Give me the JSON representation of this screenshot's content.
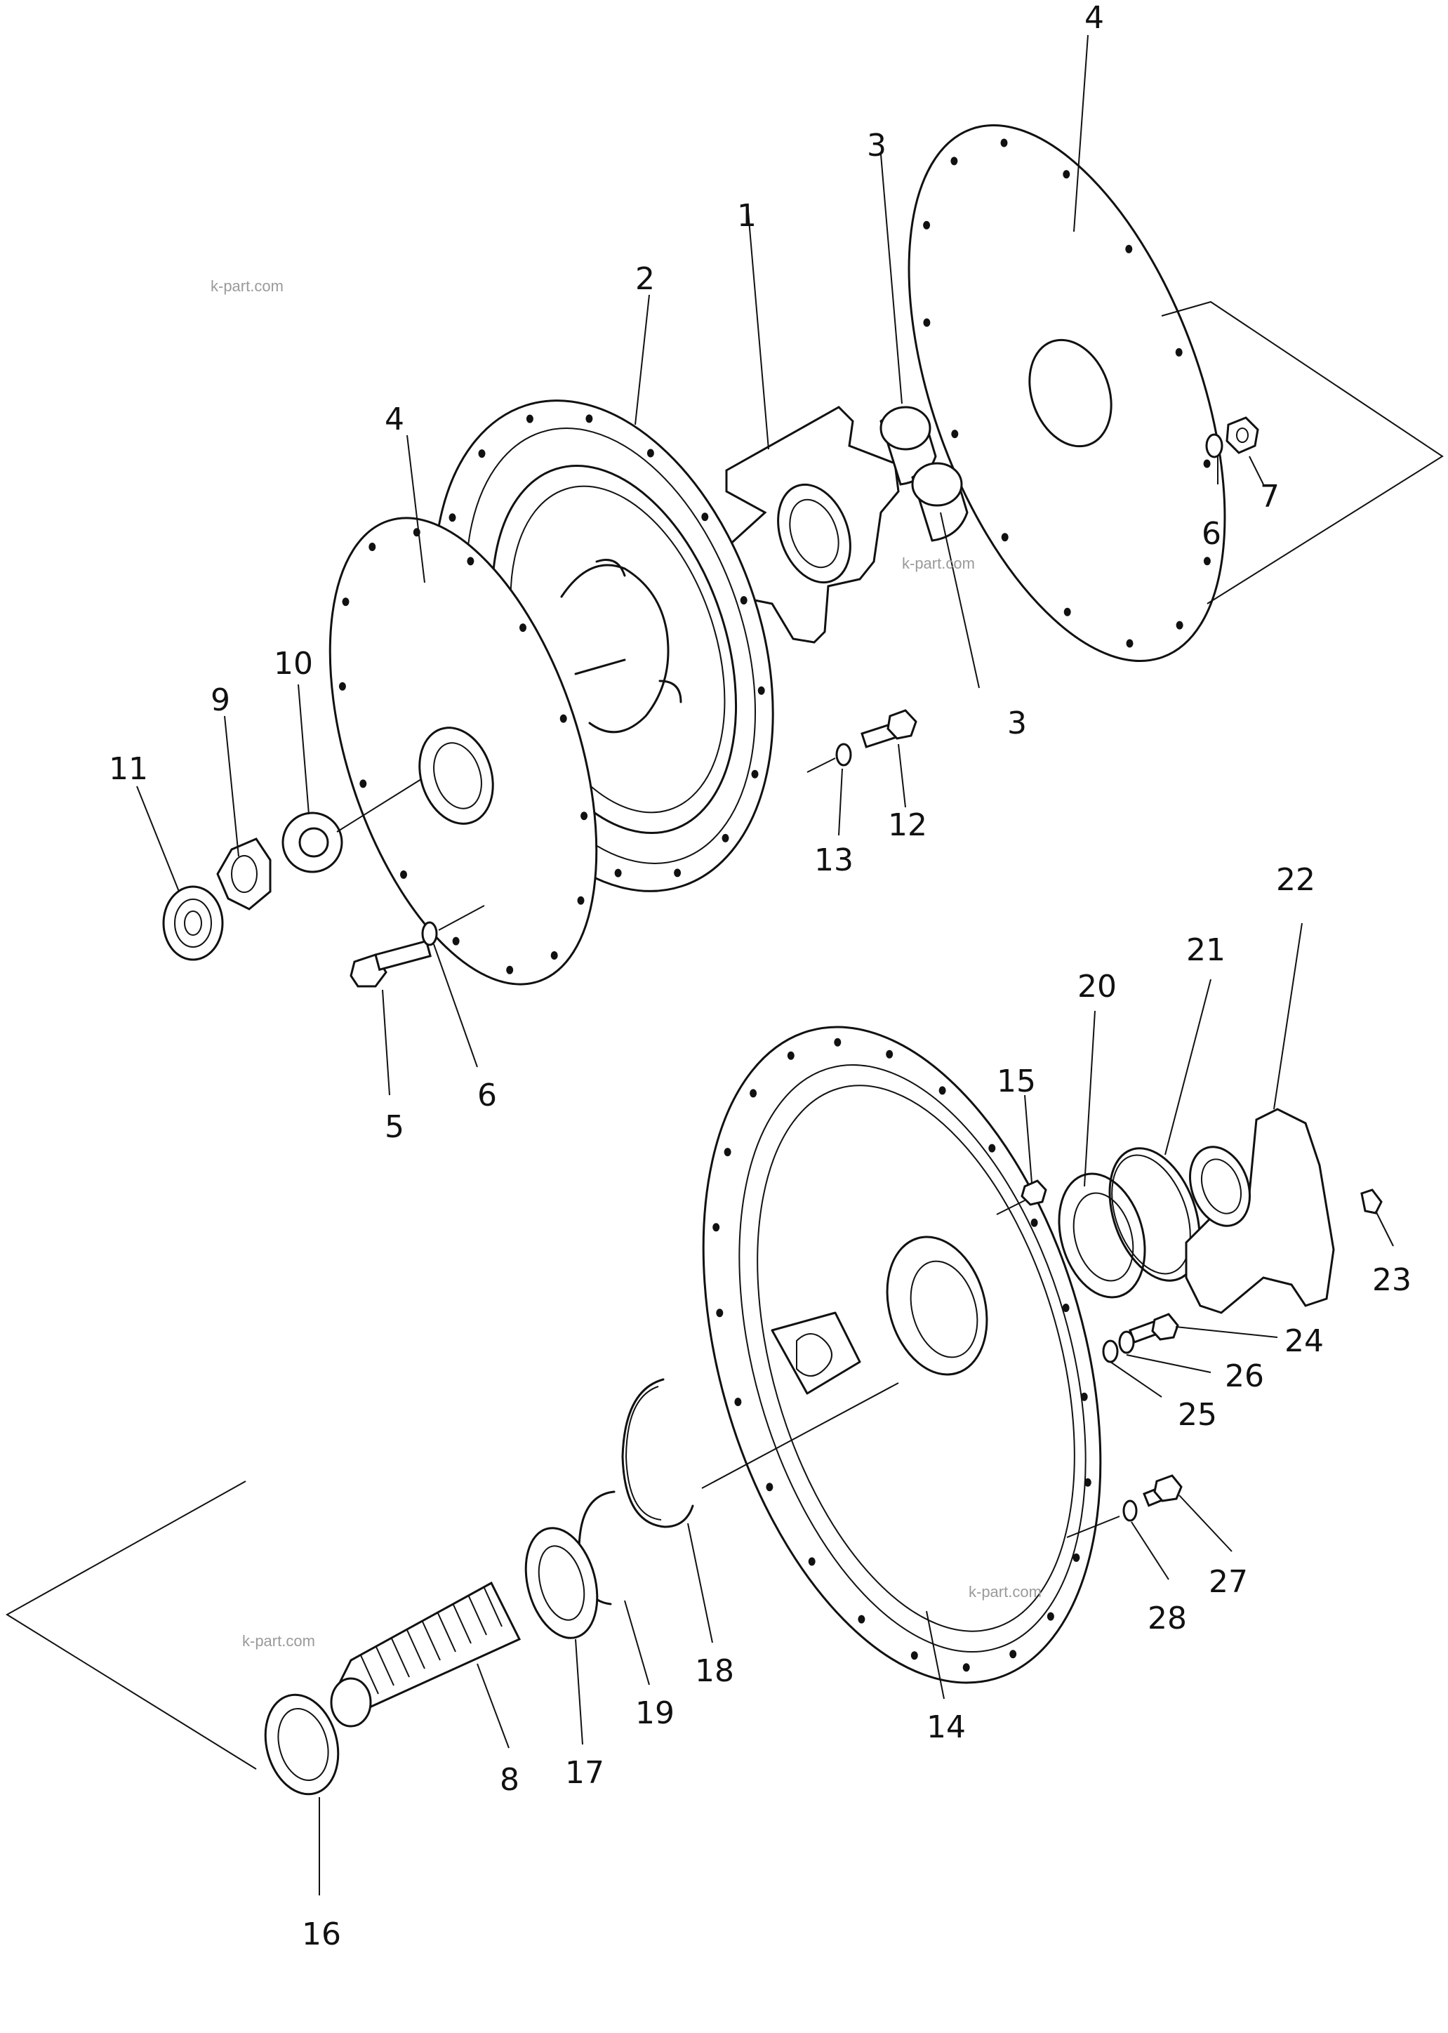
{
  "diagram": {
    "callouts": [
      "1",
      "2",
      "3",
      "3",
      "4",
      "4",
      "5",
      "6",
      "6",
      "7",
      "8",
      "9",
      "10",
      "11",
      "12",
      "13",
      "14",
      "15",
      "16",
      "17",
      "18",
      "19",
      "20",
      "21",
      "22",
      "23",
      "24",
      "25",
      "26",
      "27",
      "28"
    ],
    "watermark": "k-part.com"
  }
}
